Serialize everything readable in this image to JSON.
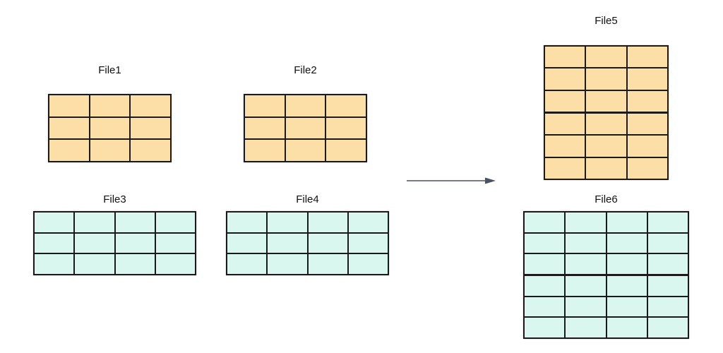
{
  "diagram": {
    "files": [
      {
        "id": "file1",
        "label": "File1",
        "columns": 3,
        "rows": 3,
        "fill": "orange",
        "row_blocks": [
          3
        ]
      },
      {
        "id": "file2",
        "label": "File2",
        "columns": 3,
        "rows": 3,
        "fill": "orange",
        "row_blocks": [
          3
        ]
      },
      {
        "id": "file3",
        "label": "File3",
        "columns": 4,
        "rows": 3,
        "fill": "teal",
        "row_blocks": [
          3
        ]
      },
      {
        "id": "file4",
        "label": "File4",
        "columns": 4,
        "rows": 3,
        "fill": "teal",
        "row_blocks": [
          3
        ]
      },
      {
        "id": "file5",
        "label": "File5",
        "columns": 3,
        "rows": 6,
        "fill": "orange",
        "row_blocks": [
          3,
          3
        ]
      },
      {
        "id": "file6",
        "label": "File6",
        "columns": 4,
        "rows": 6,
        "fill": "teal",
        "row_blocks": [
          3,
          3
        ]
      }
    ],
    "arrow": {
      "icon": "right-arrow",
      "direction": "right"
    },
    "colors": {
      "orange_fill": "#FBDFA6",
      "teal_fill": "#D9F7EF",
      "grid_border": "#1A1A1A",
      "arrow": "#4A5162",
      "label_text": "#111111",
      "background": "#FFFFFF"
    }
  }
}
